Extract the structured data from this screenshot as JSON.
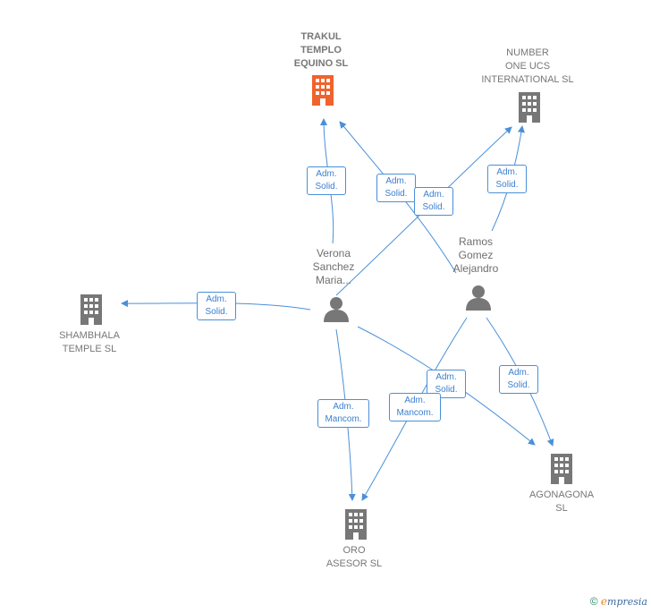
{
  "companies": {
    "trakul": {
      "label": "TRAKUL\nTEMPLO\nEQUINO  SL",
      "color": "#f0622e",
      "icon": "building-icon"
    },
    "number_one": {
      "label": "NUMBER\nONE UCS\nINTERNATIONAL SL",
      "color": "#777777",
      "icon": "building-icon"
    },
    "shambhala": {
      "label": "SHAMBHALA\nTEMPLE  SL",
      "color": "#777777",
      "icon": "building-icon"
    },
    "agonagona": {
      "label": "AGONAGONA\nSL",
      "color": "#777777",
      "icon": "building-icon"
    },
    "oro": {
      "label": "ORO\nASESOR SL",
      "color": "#777777",
      "icon": "building-icon"
    }
  },
  "persons": {
    "verona": {
      "label": "Verona\nSanchez\nMaria...",
      "icon": "person-icon"
    },
    "ramos": {
      "label": "Ramos\nGomez\nAlejandro",
      "icon": "person-icon"
    }
  },
  "edges": [
    {
      "id": "verona-trakul",
      "label": "Adm.\nSolid."
    },
    {
      "id": "ramos-trakul",
      "label": "Adm.\nSolid."
    },
    {
      "id": "verona-numberone",
      "label": "Adm.\nSolid."
    },
    {
      "id": "ramos-numberone",
      "label": "Adm.\nSolid."
    },
    {
      "id": "verona-shambhala",
      "label": "Adm.\nSolid."
    },
    {
      "id": "verona-agonagona",
      "label": "Adm.\nSolid."
    },
    {
      "id": "ramos-agonagona",
      "label": "Adm.\nSolid."
    },
    {
      "id": "verona-oro",
      "label": "Adm.\nMancom."
    },
    {
      "id": "ramos-oro",
      "label": "Adm.\nMancom."
    }
  ],
  "footer": {
    "symbol": "©",
    "brand_initial": "e",
    "brand_rest": "mpresia"
  },
  "colors": {
    "edge": "#4a90d9",
    "node": "#777777",
    "highlight": "#f0622e"
  }
}
